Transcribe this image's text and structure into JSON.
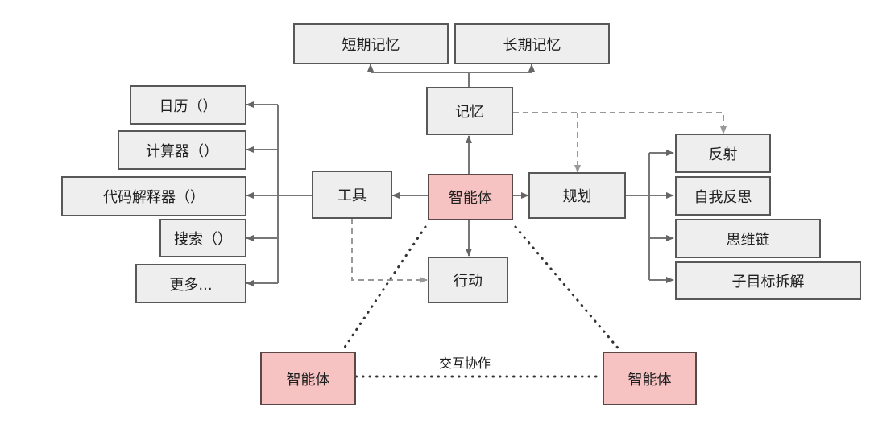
{
  "colors": {
    "node_fill": "#eeeeee",
    "agent_fill": "#f6c2c2",
    "line": "#777777",
    "dashed_line": "#999999",
    "dotted_line": "#333333"
  },
  "nodes": {
    "short_term_memory": "短期记忆",
    "long_term_memory": "长期记忆",
    "memory": "记忆",
    "tools": "工具",
    "agent_center": "智能体",
    "planning": "规划",
    "action": "行动",
    "calendar": "日历（）",
    "calculator": "计算器（）",
    "code_interpreter": "代码解释器（）",
    "search": "搜索（）",
    "more": "更多...",
    "reflection": "反射",
    "self_reflection": "自我反思",
    "chain_of_thought": "思维链",
    "subgoal_decomposition": "子目标拆解",
    "agent_left": "智能体",
    "agent_right": "智能体"
  },
  "edge_labels": {
    "interaction": "交互协作"
  }
}
